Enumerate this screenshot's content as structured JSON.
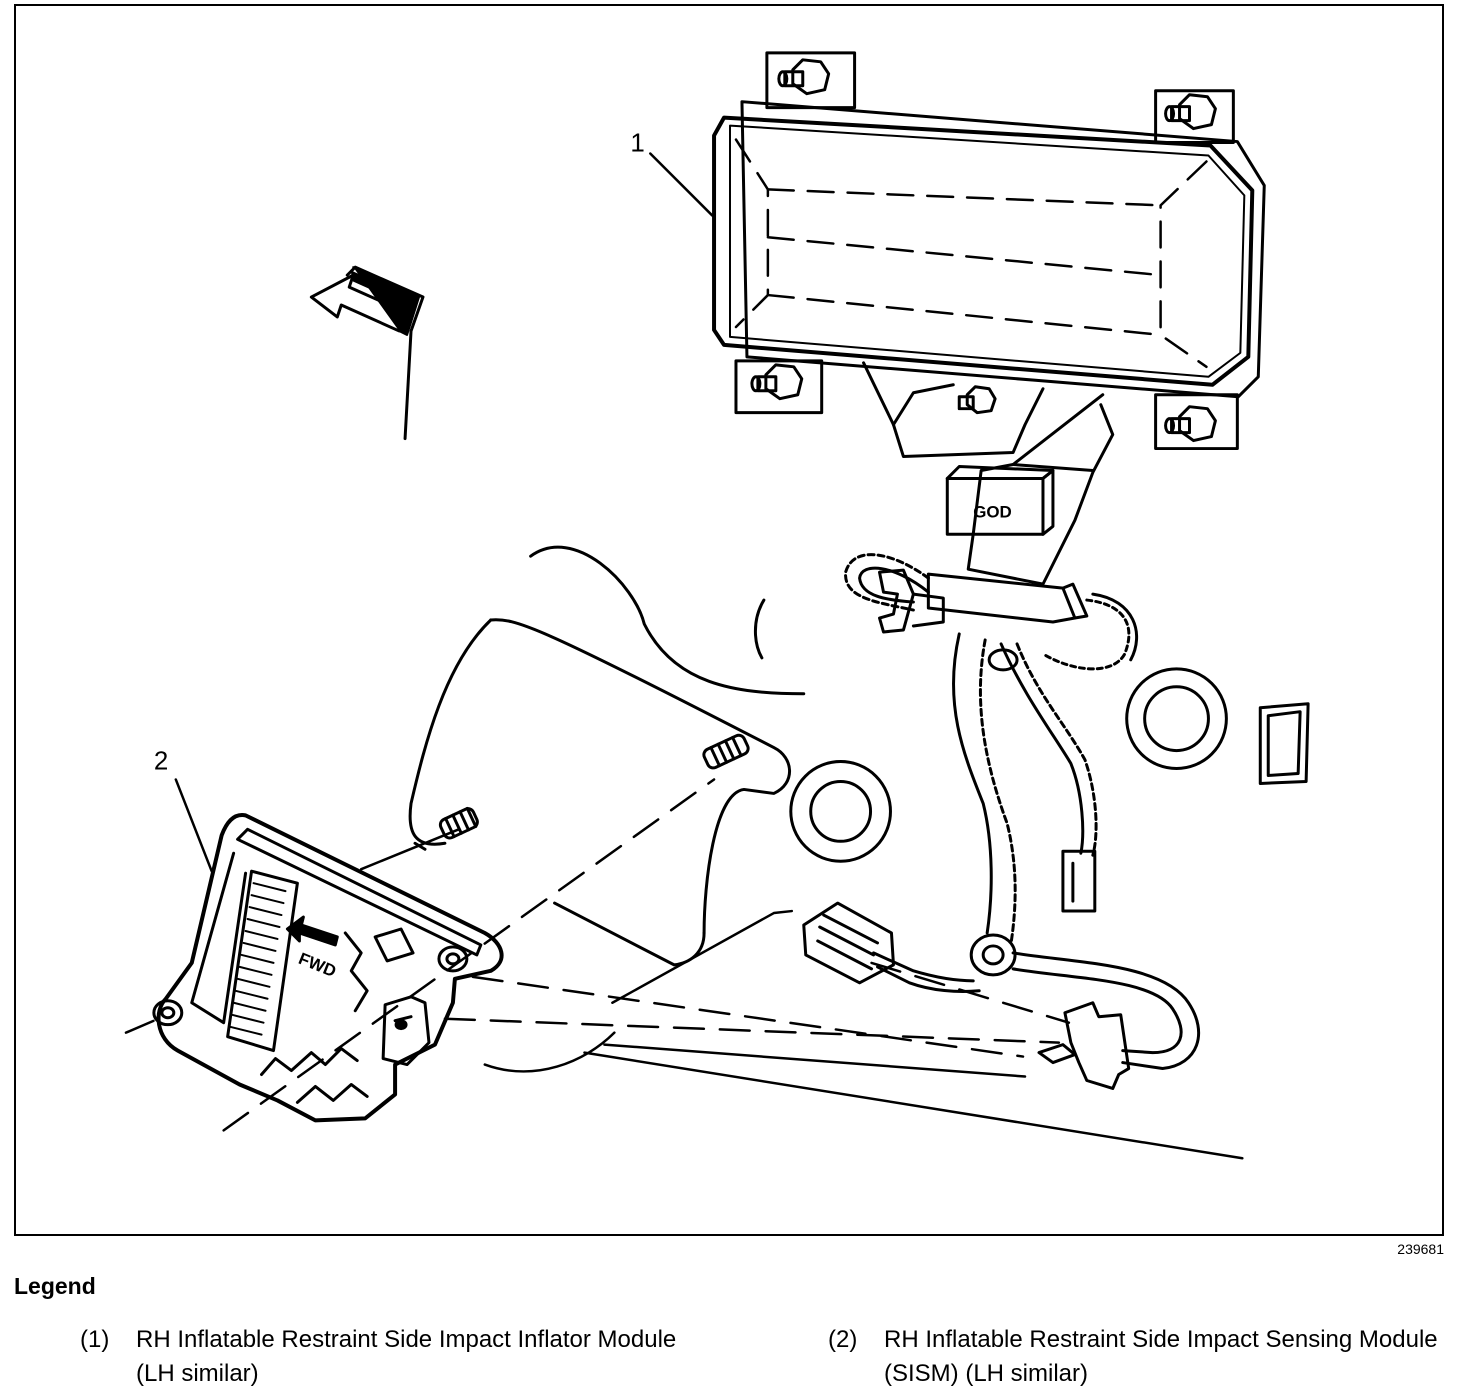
{
  "figure": {
    "id": "239681",
    "callouts": [
      "1",
      "2"
    ],
    "connector_mark": "GOD",
    "fwd_mark": "FWD"
  },
  "legend": {
    "title": "Legend",
    "items": [
      {
        "num": "(1)",
        "text": "RH Inflatable Restraint Side Impact Inflator Module (LH similar)"
      },
      {
        "num": "(2)",
        "text": "RH Inflatable Restraint Side Impact Sensing Module (SISM) (LH similar)"
      }
    ]
  }
}
